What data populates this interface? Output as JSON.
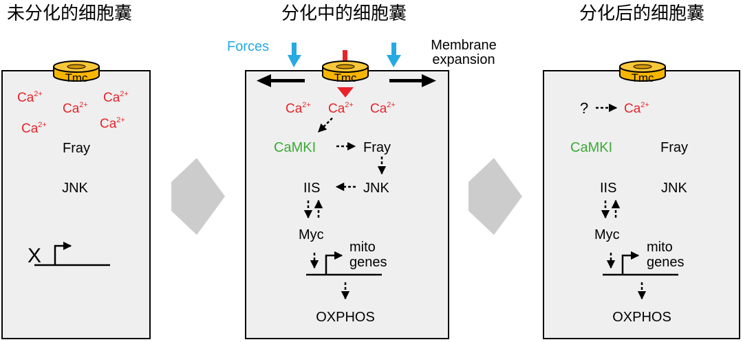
{
  "panels": {
    "undifferentiated": {
      "title": "未分化的细胞囊",
      "channel": "Tmc",
      "ca": [
        "Ca",
        "Ca",
        "Ca",
        "Ca",
        "Ca"
      ],
      "ca_sup": "2+",
      "fray": "Fray",
      "jnk": "JNK",
      "gene_mark": "X"
    },
    "differentiating": {
      "title": "分化中的细胞囊",
      "channel": "Tmc",
      "forces": "Forces",
      "membrane_line1": "Membrane",
      "membrane_line2": "expansion",
      "ca": [
        "Ca",
        "Ca",
        "Ca"
      ],
      "ca_sup": "2+",
      "camki": "CaMKI",
      "fray": "Fray",
      "iis": "IIS",
      "jnk": "JNK",
      "myc": "Myc",
      "mito_line1": "mito",
      "mito_line2": "genes",
      "oxphos": "OXPHOS"
    },
    "differentiated": {
      "title": "分化后的细胞囊",
      "channel": "Tmc",
      "question": "?",
      "ca": "Ca",
      "ca_sup": "2+",
      "camki": "CaMKI",
      "fray": "Fray",
      "iis": "IIS",
      "jnk": "JNK",
      "myc": "Myc",
      "mito_line1": "mito",
      "mito_line2": "genes",
      "oxphos": "OXPHOS"
    }
  },
  "colors": {
    "calcium": "#e8232a",
    "camki": "#3aaa35",
    "forces": "#27a9e1",
    "channel_fill": "#f7b500",
    "box_fill": "#efefef",
    "transition_arrow": "#cccccc"
  }
}
